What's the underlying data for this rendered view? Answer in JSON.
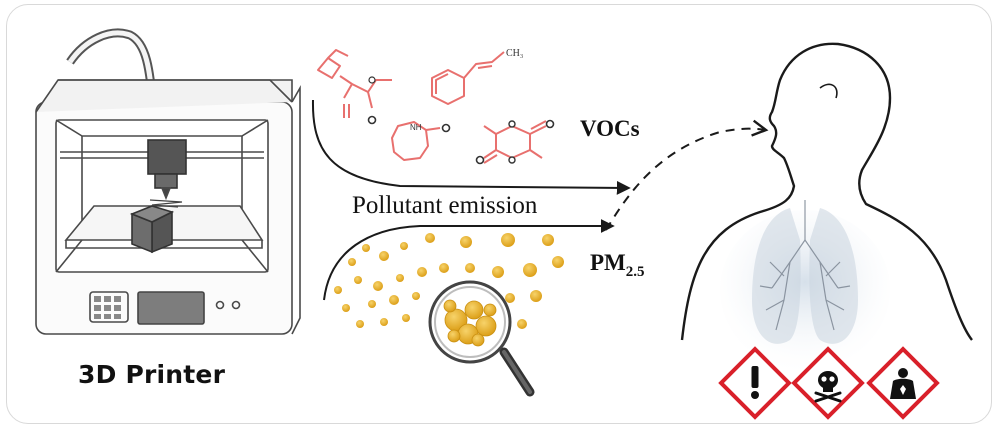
{
  "printer": {
    "label": "3D Printer"
  },
  "emission": {
    "label": "Pollutant emission"
  },
  "vocs": {
    "label": "VOCs",
    "molecule_group_label": "CH₃"
  },
  "pm": {
    "label": "PM",
    "subscript": "2.5"
  },
  "hazards": [
    {
      "name": "exclamation-mark-hazard-icon"
    },
    {
      "name": "skull-crossbones-hazard-icon"
    },
    {
      "name": "health-hazard-icon"
    }
  ],
  "colors": {
    "molecule": "#e8706e",
    "particle": "#e0a520",
    "outline": "#1a1a1a",
    "hazard": "#d9202a",
    "lung": "#b9c6d3"
  }
}
